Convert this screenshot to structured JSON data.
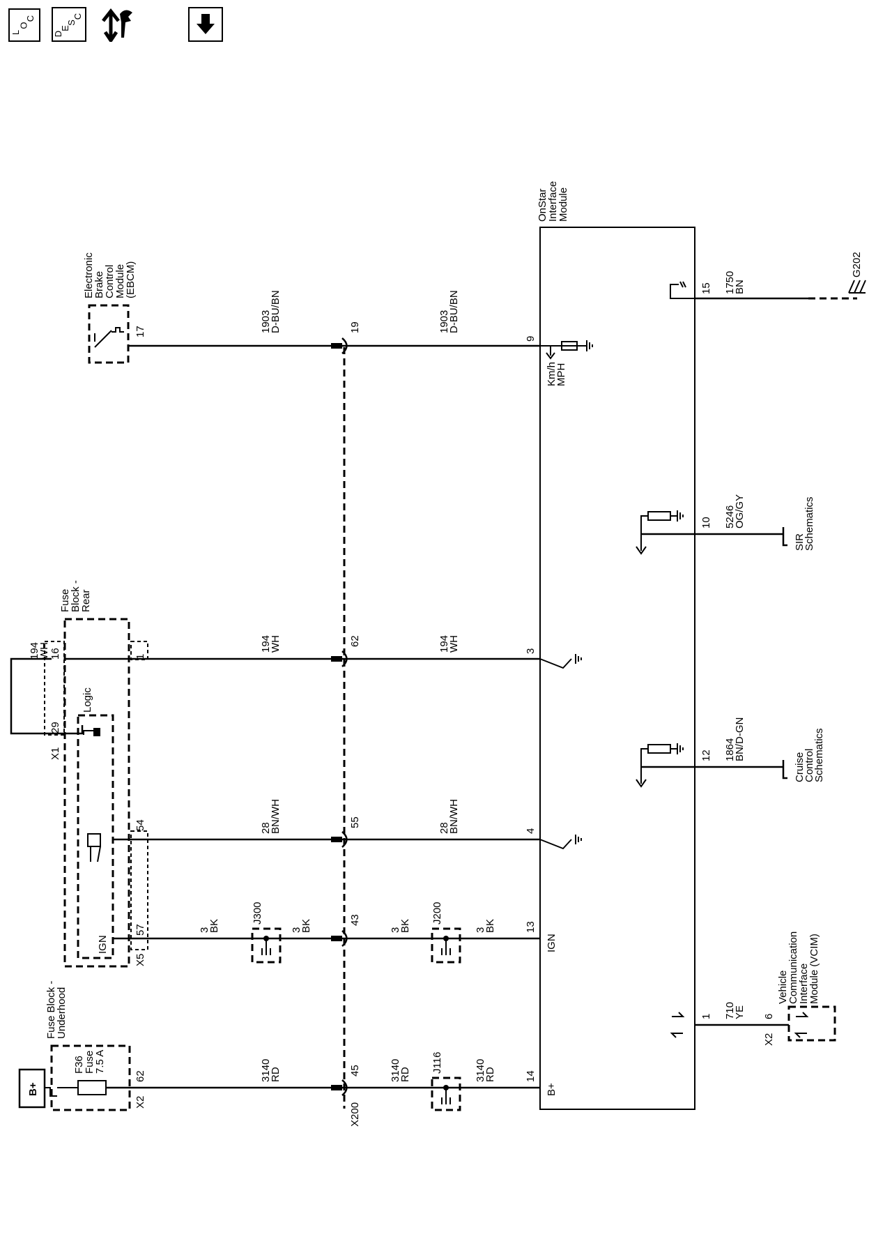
{
  "toolbar": {
    "loc_letters": [
      "L",
      "O",
      "C"
    ],
    "desc_letters": [
      "D",
      "E",
      "S",
      "C"
    ],
    "icons": [
      "loc-icon",
      "desc-icon",
      "repair-icon",
      "down-arrow-icon"
    ]
  },
  "labels": {
    "bplus_source": "B+",
    "fuse_block_underhood": [
      "Fuse Block -",
      "Underhood"
    ],
    "fuse": [
      "F36",
      "Fuse",
      "7.5 A"
    ],
    "x2_62": "62",
    "x2_conn": "X2",
    "fuse_block_rear": [
      "Fuse",
      "Block -",
      "Rear"
    ],
    "logic": "Logic",
    "ign_inner": "IGN",
    "x1_conn": "X1",
    "x5_conn": "X5",
    "fbr_16": "16",
    "fbr_1": "1",
    "fbr_29": "29",
    "fbr_54": "54",
    "fbr_57": "57",
    "wire_194_left": [
      "194",
      "WH"
    ],
    "ebcm": [
      "Electronic",
      "Brake",
      "Control",
      "Module",
      "(EBCM)"
    ],
    "ebcm_17": "17",
    "x200_conn": "X200",
    "x200_pins": [
      "19",
      "62",
      "55",
      "43",
      "45"
    ],
    "wire_1903_a": [
      "1903",
      "D-BU/BN"
    ],
    "wire_1903_b": [
      "1903",
      "D-BU/BN"
    ],
    "wire_194_a": [
      "194",
      "WH"
    ],
    "wire_194_b": [
      "194",
      "WH"
    ],
    "wire_28_a": [
      "28",
      "BN/WH"
    ],
    "wire_28_b": [
      "28",
      "BN/WH"
    ],
    "wire_3_a": [
      "3",
      "BK"
    ],
    "wire_3_b": [
      "3",
      "BK"
    ],
    "wire_3_c": [
      "3",
      "BK"
    ],
    "wire_3_d": [
      "3",
      "BK"
    ],
    "wire_3140_a": [
      "3140",
      "RD"
    ],
    "wire_3140_b": [
      "3140",
      "RD"
    ],
    "wire_3140_c": [
      "3140",
      "RD"
    ],
    "splice_j300": "J300",
    "splice_j200": "J200",
    "splice_j116": "J116",
    "onstar": [
      "OnStar",
      "Interface",
      "Module"
    ],
    "pins_left": [
      "9",
      "3",
      "4",
      "13",
      "14"
    ],
    "kmh": [
      "Km/h",
      "MPH"
    ],
    "ign_pin": "IGN",
    "bplus_pin": "B+",
    "pins_right": [
      "15",
      "10",
      "12",
      "1"
    ],
    "wire_1750": [
      "1750",
      "BN"
    ],
    "g202": "G202",
    "wire_5246": [
      "5246",
      "OG/GY"
    ],
    "sir": [
      "SIR",
      "Schematics"
    ],
    "wire_1864": [
      "1864",
      "BN/D-GN"
    ],
    "cruise": [
      "Cruise",
      "Control",
      "Schematics"
    ],
    "wire_710": [
      "710",
      "YE"
    ],
    "vcim_pin": "6",
    "vcim_conn": "X2",
    "vcim": [
      "Vehicle",
      "Communication",
      "Interface",
      "Module (VCIM)"
    ]
  }
}
